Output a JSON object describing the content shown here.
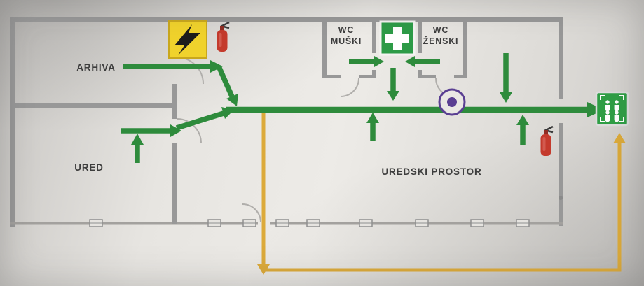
{
  "plan_type": "evacuation-floor-plan",
  "rooms": {
    "arhiva": {
      "label": "ARHIVA"
    },
    "ured": {
      "label": "URED"
    },
    "wc_muski": {
      "line1": "WC",
      "line2": "MUŠKI"
    },
    "wc_zenski": {
      "line1": "WC",
      "line2": "ŽENSKI"
    },
    "uredski_prostor": {
      "label": "UREDSKI PROSTOR"
    }
  },
  "icons": {
    "electrical_hazard": "lightning-bolt-warning-sign",
    "fire_extinguisher_top": "fire-extinguisher",
    "fire_extinguisher_right": "fire-extinguisher",
    "first_aid": "first-aid-cross-sign",
    "assembly_point": "evacuation-assembly-point-sign",
    "alarm": "alarm-sounder"
  },
  "colors": {
    "wall": "#989898",
    "evacuation_route_green": "#2e8b3c",
    "secondary_route_yellow": "#dcaa3a",
    "hazard_yellow": "#f0d22c",
    "extinguisher_red": "#c43a2c",
    "first_aid_green": "#2d9b47",
    "assembly_green": "#2f9e45",
    "alarm_purple": "#5a3f92",
    "paper": "#e9e7e3"
  }
}
